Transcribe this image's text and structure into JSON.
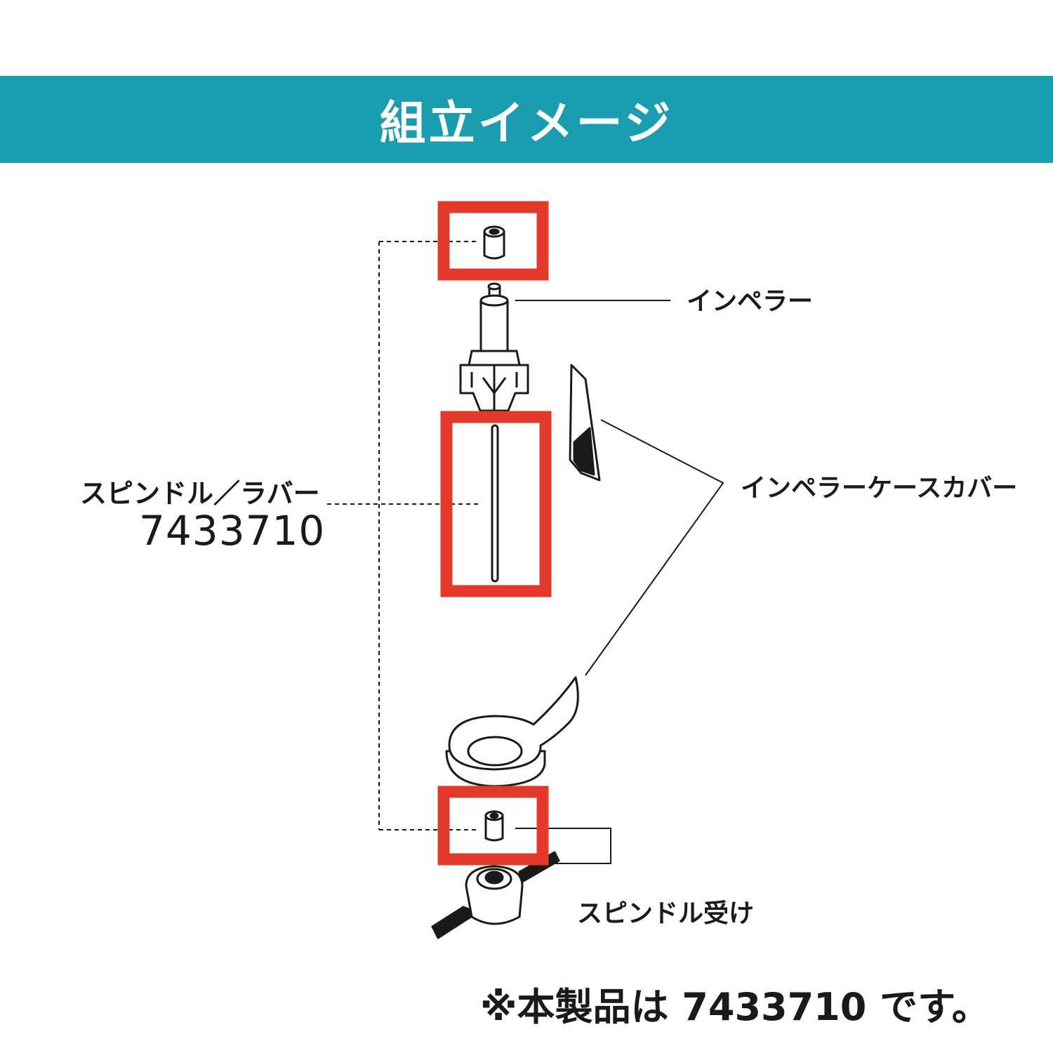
{
  "header": {
    "title": "組立イメージ"
  },
  "labels": {
    "impeller": "インペラー",
    "impeller_case_cover": "インペラーケースカバー",
    "spindle_rubber": "スピンドル／ラバー",
    "part_number": "7433710",
    "spindle_receiver": "スピンドル受け"
  },
  "footnote": "※本製品は 7433710 です。",
  "colors": {
    "banner": "#1b9db0",
    "highlight": "#e33a2c",
    "line": "#1a1a1a"
  }
}
